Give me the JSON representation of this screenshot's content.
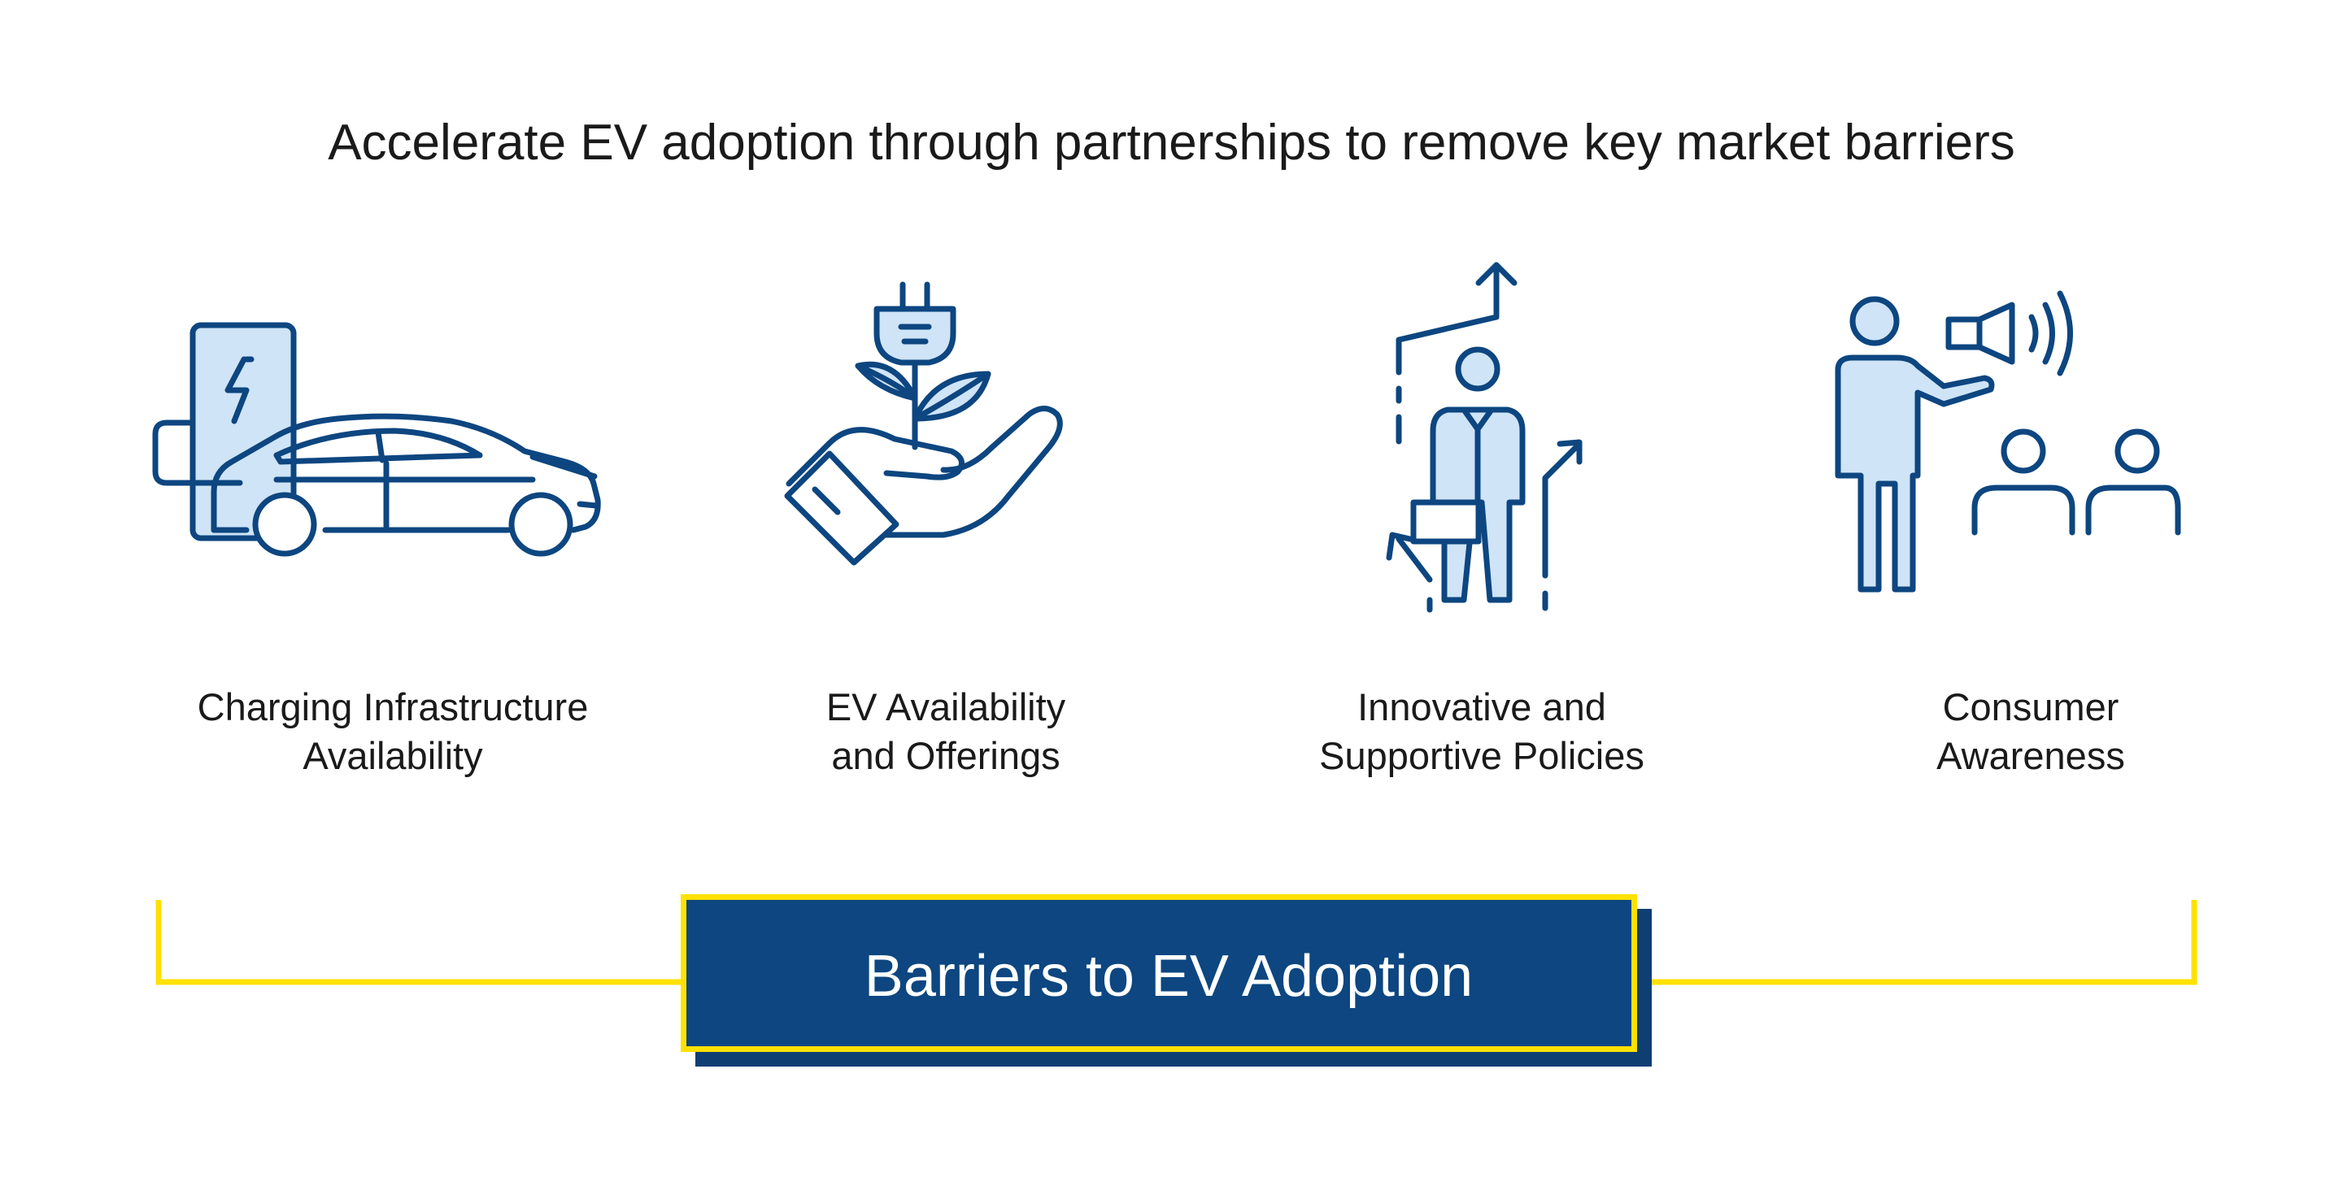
{
  "title": "Accelerate EV adoption through partnerships to remove key market barriers",
  "colors": {
    "icon_stroke": "#0d4680",
    "icon_fill": "#cfe4f7",
    "accent_yellow": "#ffe100",
    "box_fill": "#0d4680"
  },
  "barriers": [
    {
      "icon": "charging-car-icon",
      "line1": "Charging Infrastructure",
      "line2": "Availability"
    },
    {
      "icon": "plug-plant-hand-icon",
      "line1": "EV Availability",
      "line2": "and Offerings"
    },
    {
      "icon": "policy-growth-person-icon",
      "line1": "Innovative and",
      "line2": "Supportive Policies"
    },
    {
      "icon": "megaphone-audience-icon",
      "line1": "Consumer",
      "line2": "Awareness"
    }
  ],
  "footer": {
    "label": "Barriers to EV Adoption"
  }
}
